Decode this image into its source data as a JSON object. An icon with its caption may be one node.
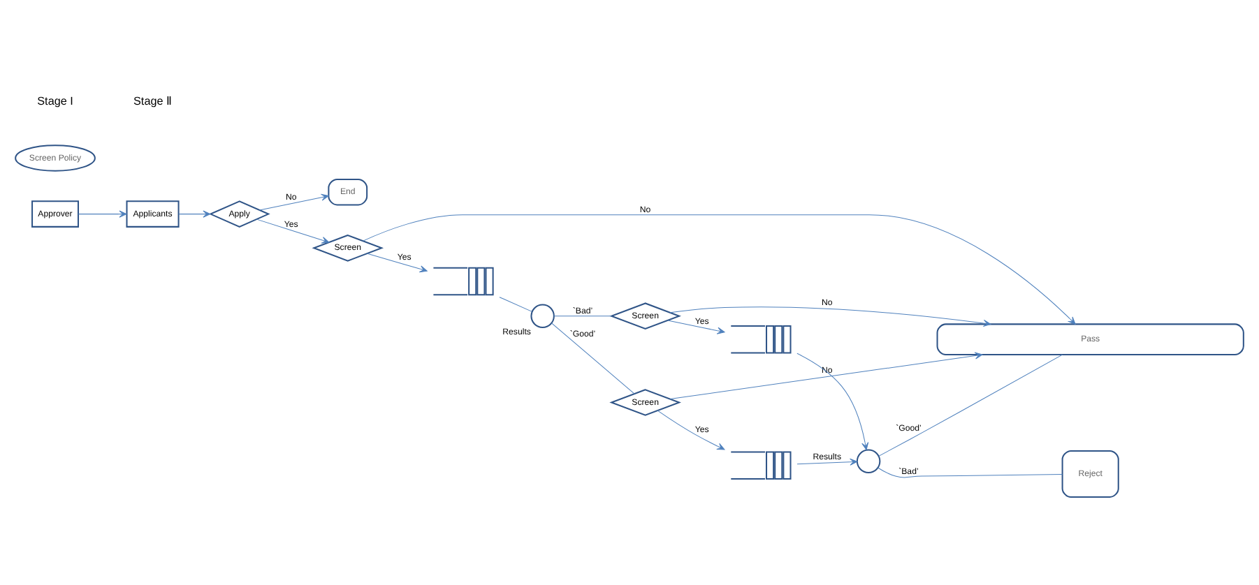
{
  "diagram": {
    "nodes": [
      {
        "text": [
          "Approver"
        ]
      },
      {
        "text": [
          "Screen Policy"
        ]
      },
      {
        "text": [
          "Applicants"
        ]
      },
      {
        "text": [
          "Apply"
        ]
      },
      {
        "text": [
          "End"
        ]
      },
      {
        "text": [
          "Screen"
        ]
      },
      {
        "text": [],
        "shape": "queue"
      },
      {
        "text": [],
        "shape": "circle",
        "beside": [
          "Results"
        ]
      },
      {
        "text": [
          "Screen"
        ]
      },
      {
        "text": [
          "Screen"
        ]
      },
      {
        "text": [],
        "shape": "queue"
      },
      {
        "text": [],
        "shape": "queue"
      },
      {
        "text": [
          "Reject"
        ]
      },
      {
        "text": [],
        "shape": "circle"
      },
      {
        "text": [
          "Pass"
        ]
      }
    ],
    "edges": [
      {
        "from": 0,
        "to": 2,
        "arrow": "to"
      },
      {
        "from": 2,
        "to": 3,
        "arrow": "to"
      },
      {
        "from": 3,
        "to": 5,
        "arrow": "to",
        "label": "Yes"
      },
      {
        "from": 3,
        "to": 4,
        "arrow": "to",
        "label": "No"
      },
      {
        "from": 5,
        "to": 6,
        "arrow": "to",
        "label": "Yes"
      },
      {
        "from": 5,
        "to": 14,
        "arrow": "to",
        "label": "No"
      },
      {
        "from": 6,
        "to": 7,
        "arrow": "none"
      },
      {
        "from": 7,
        "to": 8,
        "arrow": "none",
        "label": "`Good’"
      },
      {
        "from": 7,
        "to": 9,
        "arrow": "none",
        "label": "`Bad’"
      },
      {
        "from": 8,
        "to": 10,
        "arrow": "to",
        "label": "Yes"
      },
      {
        "from": 8,
        "to": 14,
        "arrow": "to",
        "label": "No"
      },
      {
        "from": 9,
        "to": 11,
        "arrow": "to",
        "label": "Yes"
      },
      {
        "from": 9,
        "to": 14,
        "arrow": "to",
        "label": "No"
      },
      {
        "from": 10,
        "to": 13,
        "arrow": "to",
        "label": "Results"
      },
      {
        "from": 11,
        "to": 13,
        "arrow": "to"
      },
      {
        "from": 13,
        "to": 12,
        "arrow": "none",
        "label": "`Bad’"
      },
      {
        "from": 13,
        "to": 14,
        "arrow": "none",
        "label": "`Good’"
      }
    ],
    "labels": [
      "Stage I",
      "Stage Ⅱ"
    ]
  }
}
